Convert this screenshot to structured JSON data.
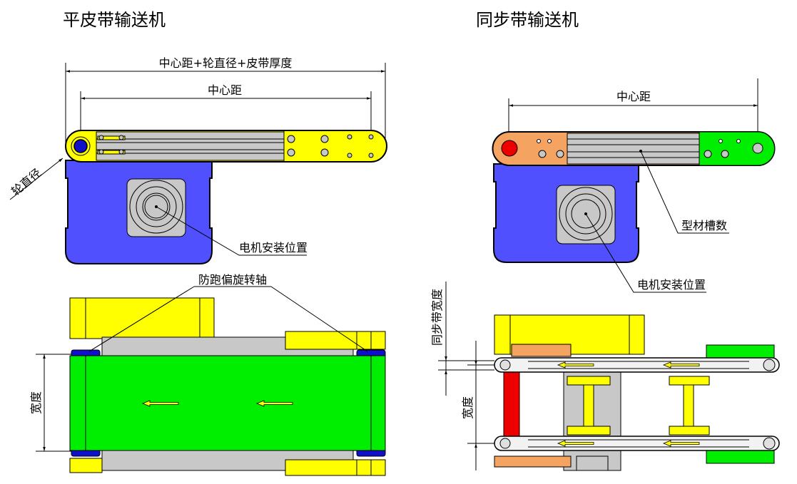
{
  "left": {
    "title": "平皮带输送机",
    "dim_overall": "中心距+轮直径+皮带厚度",
    "dim_center": "中心距",
    "wheel_diameter": "轮直径",
    "motor_position": "电机安装位置",
    "anti_deviation_shaft": "防跑偏旋转轴",
    "width": "宽度"
  },
  "right": {
    "title": "同步带输送机",
    "dim_center": "中心距",
    "profile_slots": "型材槽数",
    "motor_position": "电机安装位置",
    "belt_width": "同步带宽度",
    "width": "宽度"
  },
  "colors": {
    "yellow": "#ffff00",
    "blue": "#5050ff",
    "green": "#00ee00",
    "gray": "#c8c8c8",
    "orange": "#f4a460",
    "red": "#ee0000"
  }
}
